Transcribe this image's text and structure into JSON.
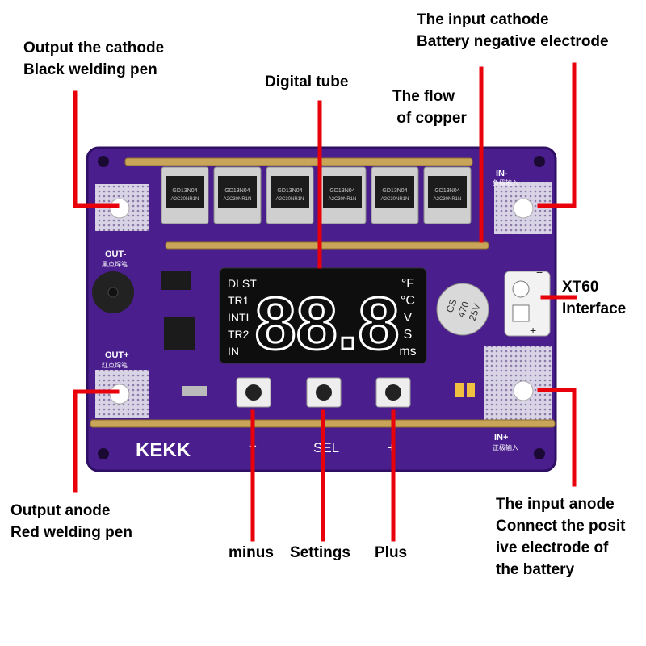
{
  "board": {
    "brand": "KEKK",
    "sel_text": "SEL",
    "minus_glyph": "−",
    "plus_glyph": "+",
    "out_minus": "OUT-",
    "out_minus_cn": "黑点焊笔",
    "out_plus": "OUT+",
    "out_plus_cn": "红点焊笔",
    "in_minus": "IN-",
    "in_minus_cn": "负极输入",
    "in_plus": "IN+",
    "in_plus_cn": "正极输入",
    "display": {
      "left_labels": [
        "DLST",
        "TR1",
        "INTI",
        "TR2",
        "IN"
      ],
      "right_labels": [
        "°F",
        "°C",
        "V",
        "S",
        "ms"
      ],
      "digits": "88.8"
    },
    "mosfet_text": [
      "GD13N04",
      "A2C30NR1N"
    ],
    "capacitor": [
      "CS",
      "470",
      "25V"
    ],
    "xt60_minus": "−",
    "xt60_plus": "+",
    "colors": {
      "board": "#4a1e8c",
      "board_edge": "#2e0f63",
      "annotation": "#e8000a",
      "copper": "#c9a55a",
      "display_digit": "#ffffff"
    }
  },
  "labels": {
    "output_cathode": [
      "Output the cathode",
      "Black welding pen"
    ],
    "input_cathode": [
      "The input cathode",
      "Battery negative electrode"
    ],
    "digital_tube": [
      "Digital tube"
    ],
    "flow_copper": [
      "The flow",
      " of copper"
    ],
    "xt60": [
      "XT60",
      "Interface"
    ],
    "output_anode": [
      "Output anode",
      "Red welding pen"
    ],
    "minus": [
      "minus"
    ],
    "settings": [
      "Settings"
    ],
    "plus": [
      "Plus"
    ],
    "input_anode": [
      "The input anode",
      "Connect the posit",
      "ive electrode of",
      "the battery"
    ]
  }
}
